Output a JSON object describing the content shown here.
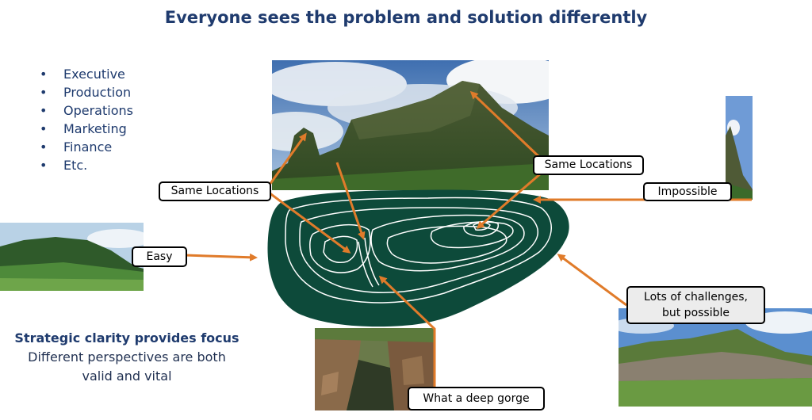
{
  "title": "Everyone sees the problem and solution differently",
  "perspectives": [
    "Executive",
    "Production",
    "Operations",
    "Marketing",
    "Finance",
    "Etc."
  ],
  "callouts": {
    "same_locations_left": "Same Locations",
    "same_locations_right": "Same Locations",
    "impossible": "Impossible",
    "easy": "Easy",
    "challenges_line1": "Lots of challenges,",
    "challenges_line2": "but possible",
    "gorge": "What a deep gorge"
  },
  "footer": {
    "headline": "Strategic clarity provides focus",
    "line1": "Different perspectives are both",
    "line2": "valid and vital"
  },
  "colors": {
    "title": "#1f3b6e",
    "map_fill": "#0d4a3a",
    "arrow": "#e07b2a",
    "contour": "#ffffff"
  },
  "icons": {
    "mountain_photo": "mountain-landscape-photo",
    "hill_photo": "green-hill-photo",
    "peak_photo": "rock-spire-photo",
    "gorge_photo": "gorge-photo",
    "cliff_photo": "cliff-range-photo"
  }
}
